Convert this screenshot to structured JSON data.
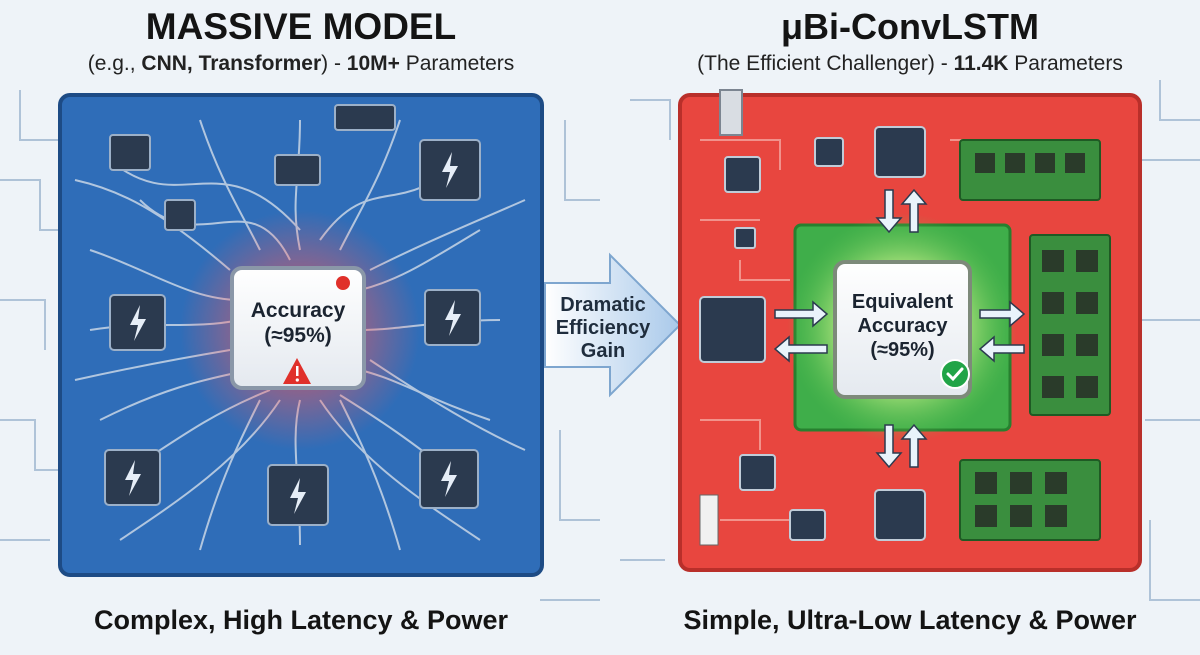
{
  "left": {
    "title": "MASSIVE MODEL",
    "subtitle_prefix": "(e.g., ",
    "subtitle_bold": "CNN, Transformer",
    "subtitle_mid": ") - ",
    "subtitle_bold2": "10M+",
    "subtitle_suffix": " Parameters",
    "chip_line1": "Accuracy",
    "chip_line2": "(≈95%)",
    "caption": "Complex, High Latency & Power",
    "colors": {
      "board": "#2f6db8",
      "warning": "#e0302a"
    }
  },
  "middle": {
    "line1": "Dramatic",
    "line2": "Efficiency",
    "line3": "Gain"
  },
  "right": {
    "title": "μBi-ConvLSTM",
    "subtitle_prefix": "(The Efficient Challenger) - ",
    "subtitle_bold": "11.4K",
    "subtitle_suffix": " Parameters",
    "chip_line1": "Equivalent",
    "chip_line2": "Accuracy",
    "chip_line3": "(≈95%)",
    "caption": "Simple, Ultra-Low Latency & Power",
    "colors": {
      "board": "#e8463f",
      "core": "#3fae4a",
      "check": "#21a447"
    }
  }
}
